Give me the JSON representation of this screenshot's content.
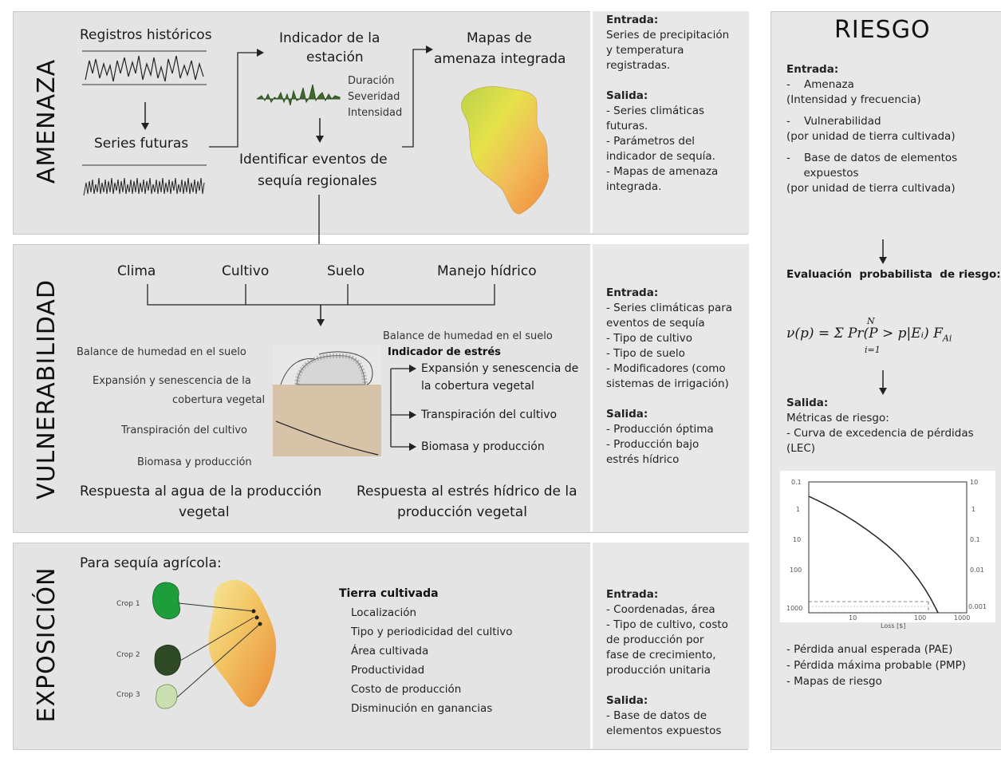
{
  "amenaza": {
    "title": "AMENAZA",
    "registros": "Registros históricos",
    "series_futuras": "Series futuras",
    "indicador": [
      "Indicador de la",
      "estación"
    ],
    "metrics": [
      "Duración",
      "Severidad",
      "Intensidad"
    ],
    "identificar": [
      "Identificar eventos de",
      "sequía regionales"
    ],
    "mapas": [
      "Mapas de",
      "amenaza integrada"
    ],
    "io": {
      "entrada_label": "Entrada:",
      "entrada": [
        "Series de precipitación",
        "y temperatura",
        "registradas."
      ],
      "salida_label": "Salida:",
      "salida": [
        "- Series climáticas",
        "futuras.",
        "- Parámetros del",
        "indicador de sequía.",
        "- Mapas de amenaza",
        "integrada."
      ]
    }
  },
  "vulnerabilidad": {
    "title": "VULNERABILIDAD",
    "factors": [
      "Clima",
      "Cultivo",
      "Suelo",
      "Manejo hídrico"
    ],
    "left_items": [
      "Balance de humedad en el suelo",
      "Expansión y senescencia de la",
      "cobertura vegetal",
      "Transpiración del cultivo",
      "Biomasa y producción"
    ],
    "right_top": "Balance de humedad en el suelo",
    "right_head": "Indicador de estrés",
    "right_items": [
      "Expansión y senescencia de",
      "la cobertura vegetal",
      "Transpiración del cultivo",
      "Biomasa y producción"
    ],
    "resp_agua": [
      "Respuesta al agua de la producción",
      "vegetal"
    ],
    "resp_estres": [
      "Respuesta al estrés hídrico de la",
      "producción vegetal"
    ],
    "io": {
      "entrada_label": "Entrada:",
      "entrada": [
        "- Series climáticas para",
        "eventos de sequía",
        "- Tipo de cultivo",
        "- Tipo de suelo",
        "- Modificadores (como",
        "sistemas de irrigación)"
      ],
      "salida_label": "Salida:",
      "salida": [
        "- Producción óptima",
        "- Producción bajo",
        "estrés hídrico"
      ]
    }
  },
  "exposicion": {
    "title": "EXPOSICIÓN",
    "para": "Para sequía agrícola:",
    "crops": [
      "Crop 1",
      "Crop 2",
      "Crop 3"
    ],
    "tierra": "Tierra cultivada",
    "items": [
      "Localización",
      "Tipo y periodicidad del cultivo",
      "Área cultivada",
      "Productividad",
      "Costo de producción",
      "Disminución en ganancias"
    ],
    "io": {
      "entrada_label": "Entrada:",
      "entrada": [
        "- Coordenadas, área",
        "- Tipo de cultivo, costo",
        "de producción por",
        "fase de crecimiento,",
        "producción unitaria"
      ],
      "salida_label": "Salida:",
      "salida": [
        "- Base de datos de",
        "elementos expuestos"
      ]
    }
  },
  "riesgo": {
    "title": "RIESGO",
    "entrada_label": "Entrada:",
    "entrada": [
      "-    Amenaza",
      "(Intensidad y frecuencia)",
      "-    Vulnerabilidad",
      "(por unidad de tierra cultivada)",
      "-    Base de datos de elementos",
      "     expuestos",
      "(por unidad de tierra cultivada)"
    ],
    "evaluacion": "Evaluación  probabilista  de riesgo:",
    "formula": "ν(p) = Σ Pr(P > p|Eᵢ) F",
    "formula_sup": "N",
    "formula_sub": "i=1",
    "formula_sub2": "Ai",
    "salida_label": "Salida:",
    "salida": [
      "Métricas de riesgo:",
      "- Curva de excedencia de pérdidas",
      "(LEC)"
    ],
    "chart_labels": {
      "yleft": [
        "0.1",
        "1",
        "10",
        "100",
        "1000"
      ],
      "x": [
        "10",
        "100",
        "1000"
      ],
      "yright": [
        "10",
        "1",
        "0.1",
        "0.01",
        "0.001"
      ],
      "xlabel": "Loss [$]"
    },
    "metrics": [
      "- Pérdida anual esperada (PAE)",
      "- Pérdida máxima probable (PMP)",
      "- Mapas de riesgo"
    ]
  },
  "colors": {
    "panel": "#e4e4e4",
    "crop1": "#1e9e3a",
    "crop2": "#2e4a24",
    "crop3": "#c9dfb0"
  }
}
